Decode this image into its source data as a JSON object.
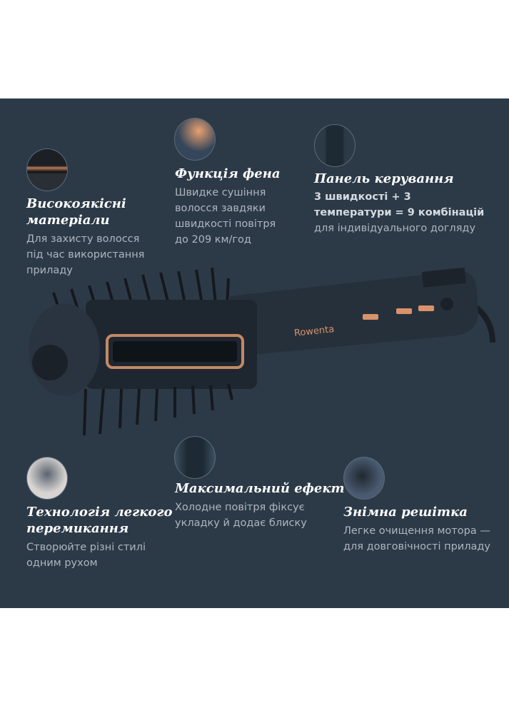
{
  "features": [
    {
      "icon": "brush-bristles-icon",
      "title1": "Високоякісні",
      "title2": "матеріали",
      "desc": [
        "Для захисту волосся",
        "під час використання",
        "приладу"
      ]
    },
    {
      "icon": "hair-dryer-airflow-icon",
      "title1": "Функція фена",
      "desc": [
        "Швидке сушіння",
        "волосся завдяки",
        "швидкості повітря",
        "до 209 км/год"
      ]
    },
    {
      "icon": "control-panel-icon",
      "title1": "Панель керування",
      "bold": [
        "3 швидкості + 3",
        "температури = 9 комбінацій"
      ],
      "desc": [
        "для індивідуального догляду"
      ]
    },
    {
      "icon": "easy-switch-hand-icon",
      "title1": "Технологія легкого",
      "title2": "перемикання",
      "desc": [
        "Створюйте різні стилі",
        "одним рухом"
      ]
    },
    {
      "icon": "cool-shot-button-icon",
      "title1": "Максимальний ефект",
      "desc": [
        "Холодне повітря фіксує",
        "укладку й додає блиску"
      ]
    },
    {
      "icon": "removable-filter-icon",
      "title1": "Знімна решітка",
      "desc": [
        "Легке очищення мотора —",
        "для довговічності приладу"
      ]
    }
  ],
  "product": {
    "brand": "Rowenta"
  },
  "colors": {
    "background": "#2c3a48",
    "accent": "#d9926a",
    "title": "#ffffff",
    "text": "#aeb6bf"
  }
}
